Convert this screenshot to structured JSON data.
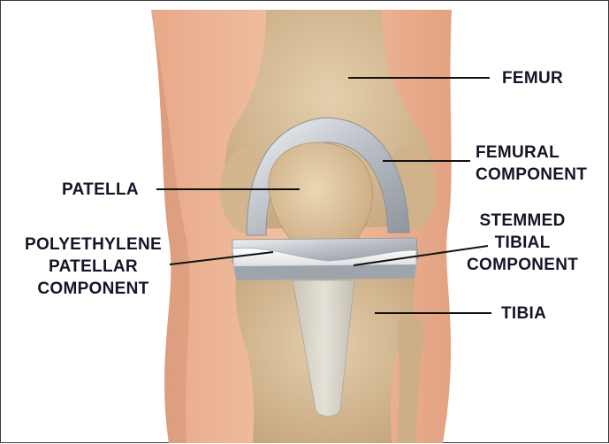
{
  "labels": {
    "femur": "FEMUR",
    "femoral_component": [
      "FEMURAL",
      "COMPONENT"
    ],
    "patella": "PATELLA",
    "stemmed_tibial_component": [
      "STEMMED",
      "TIBIAL",
      "COMPONENT"
    ],
    "polyethylene_patellar_component": [
      "POLYETHYLENE",
      "PATELLAR",
      "COMPONENT"
    ],
    "tibia": "TIBIA"
  },
  "colors": {
    "bone": "#d8c09a",
    "skin": "#eab08f",
    "implant_metal": "#c9cdd2",
    "polyethylene": "#eef1f2",
    "label_text": "#151528",
    "leader_line": "#111111"
  }
}
